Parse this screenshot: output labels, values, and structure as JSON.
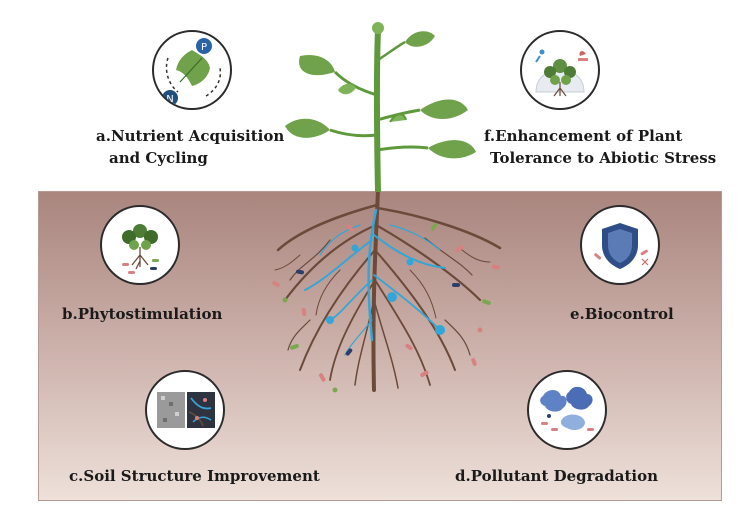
{
  "diagram": {
    "labels": {
      "a_line1": "a.Nutrient Acquisition",
      "a_line2": "and Cycling",
      "b": "b.Phytostimulation",
      "c": "c.Soil Structure Improvement",
      "d": "d.Pollutant Degradation",
      "e": "e.Biocontrol",
      "f_line1": "f.Enhancement of Plant",
      "f_line2": "Tolerance to Abiotic Stress"
    },
    "icon_letters": {
      "phosphorus": "P",
      "nitrogen": "N"
    },
    "colors": {
      "soil_top": "#a9857e",
      "soil_bottom": "#eee0da",
      "leaf": "#6fa24b",
      "stem": "#5e9a3c",
      "root": "#6b4a3a",
      "hyphae": "#33a6d8",
      "shield": "#2f4d86",
      "nutrient_circle": "#1f4f7a"
    },
    "icons": [
      "nutrient-cycle-icon",
      "plant-with-microbes-icon",
      "soil-aggregate-icon",
      "pollutant-degradation-icon",
      "shield-icon",
      "plant-under-dome-icon"
    ]
  }
}
